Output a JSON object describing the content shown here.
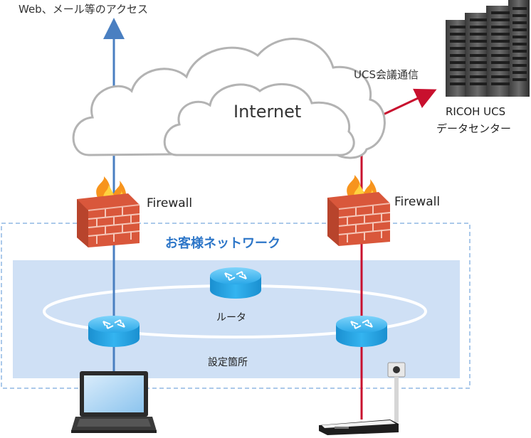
{
  "labels": {
    "top_access": "Web、メール等のアクセス",
    "internet": "Internet",
    "ucs_comm": "UCS会議通信",
    "datacenter_line1": "RICOH UCS",
    "datacenter_line2": "データセンター",
    "firewall_left": "Firewall",
    "firewall_right": "Firewall",
    "customer_network": "お客様ネットワーク",
    "router": "ルータ",
    "setting_location": "設定箇所"
  },
  "colors": {
    "blue_line": "#4a7fc1",
    "red_line": "#c8102e",
    "network_accent": "#2d76c8",
    "zone_fill": "#cfe0f5",
    "router_fill": "#2aa8e8"
  },
  "icons": [
    "server-rack-icon",
    "firewall-icon",
    "router-icon",
    "laptop-icon",
    "ucs-terminal-icon",
    "cloud-icon"
  ]
}
